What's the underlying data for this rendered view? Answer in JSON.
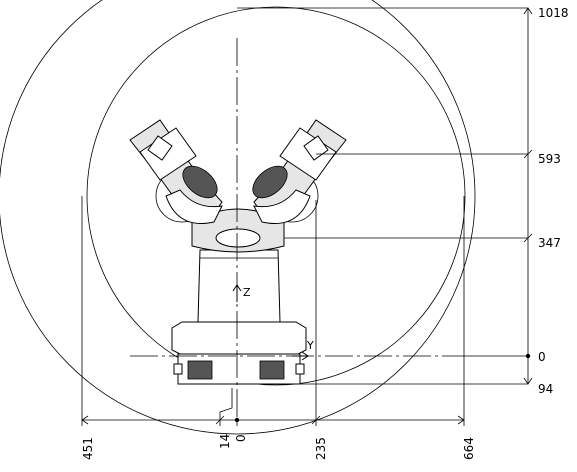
{
  "diagram": {
    "right_dimensions": [
      "1018",
      "593",
      "347",
      "0",
      "94"
    ],
    "bottom_dimensions": [
      "451",
      "14",
      "0",
      "235",
      "664"
    ],
    "axis_labels": {
      "z": "Z",
      "y": "Y"
    }
  }
}
